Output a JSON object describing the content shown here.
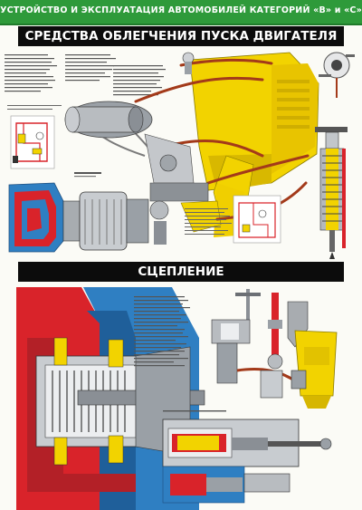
{
  "header": {
    "title": "УСТРОЙСТВО И ЭКСПЛУАТАЦИЯ АВТОМОБИЛЕЙ КАТЕГОРИЙ «В» и «С»"
  },
  "sections": [
    {
      "title": "СРЕДСТВА ОБЛЕГЧЕНИЯ ПУСКА ДВИГАТЕЛЯ"
    },
    {
      "title": "СЦЕПЛЕНИЕ"
    }
  ],
  "colors": {
    "header_green": "#2e9a3a",
    "title_black": "#0c0c0c",
    "engine_yellow": "#f2d300",
    "clutch_red": "#d9232a",
    "clutch_blue": "#2f7fc2",
    "pipe_brown": "#a33a1a"
  }
}
